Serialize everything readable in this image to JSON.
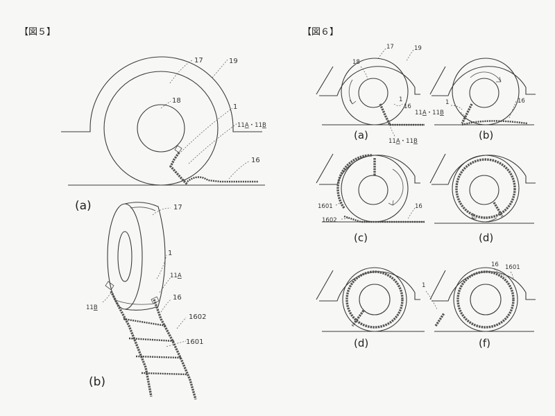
{
  "fig5": {
    "title": "【図５】",
    "caption_a": "(a)",
    "caption_b": "(b)",
    "labels": {
      "n17a": "17",
      "n19": "19",
      "n18": "18",
      "n1a": "1",
      "n11ab_pre": "11",
      "n11ab_a": "A",
      "n11ab_mid": "・11",
      "n11ab_b": "B",
      "n16a": "16",
      "n17b": "17",
      "n1b": "1",
      "n11a_pre": "11",
      "n11a_u": "A",
      "n11b_pre": "11",
      "n11b_u": "B",
      "n16b": "16",
      "n1602": "1602",
      "n1601": "1601"
    }
  },
  "fig6": {
    "title": "【図６】",
    "captions": [
      "(a)",
      "(b)",
      "(c)",
      "(d)",
      "(d)",
      "(f)"
    ],
    "labels": {
      "a18": "18",
      "a17": "17",
      "a19": "19",
      "a1": "1",
      "a16": "16",
      "a11_pre": "11",
      "a11_a": "A",
      "a11_mid": "・11",
      "a11_b": "B",
      "b1": "1",
      "b16": "16",
      "b11_pre": "11",
      "b11_a": "A",
      "b11_mid": "・11",
      "b11_b": "B",
      "c1601": "1601",
      "c1602": "1602",
      "c16": "16",
      "f1": "1",
      "f16": "16",
      "f1601": "1601"
    }
  }
}
